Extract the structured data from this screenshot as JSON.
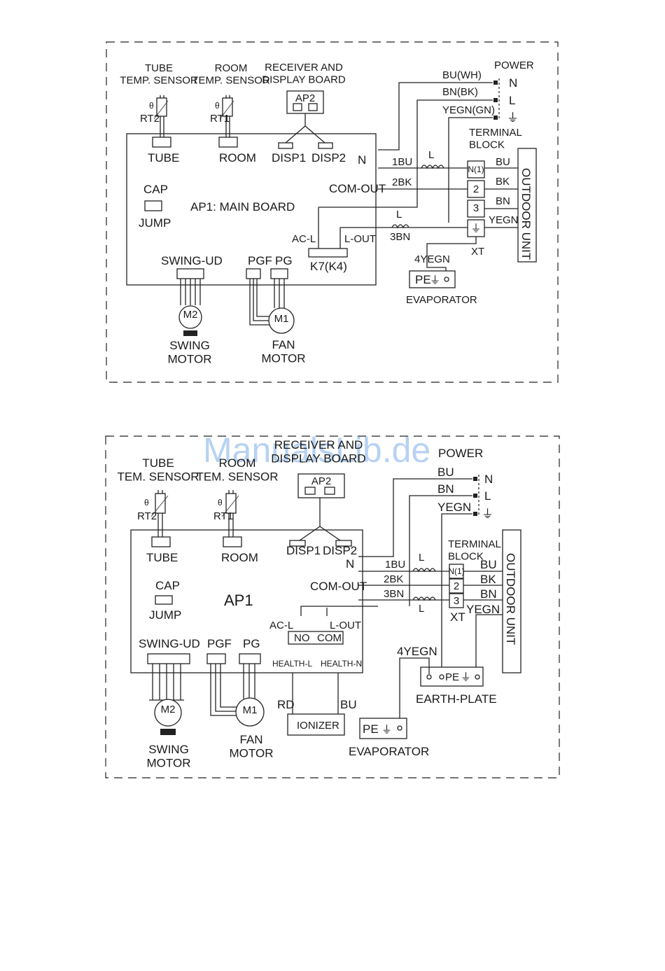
{
  "d1": {
    "tube_sensor": "TUBE\nTEMP. SENSOR",
    "room_sensor": "ROOM\nTEMP. SENSOR",
    "receiver": "RECEIVER AND\nDISPLAY BOARD",
    "ap2": "AP2",
    "rt2": "RT2",
    "rt1": "RT1",
    "theta": "θ",
    "tube": "TUBE",
    "room": "ROOM",
    "disp1": "DISP1",
    "disp2": "DISP2",
    "n": "N",
    "cap": "CAP",
    "jump": "JUMP",
    "main_board": "AP1: MAIN BOARD",
    "com_out": "COM-OUT",
    "ac_l": "AC-L",
    "l_out": "L-OUT",
    "k7": "K7(K4)",
    "swing_ud": "SWING-UD",
    "pgf": "PGF",
    "pg": "PG",
    "m2": "M2",
    "m1": "M1",
    "swing_motor": "SWING\nMOTOR",
    "fan_motor": "FAN\nMOTOR",
    "power": "POWER",
    "bu_wh": "BU(WH)",
    "bn_bk": "BN(BK)",
    "yegn_gn": "YEGN(GN)",
    "pN": "N",
    "pL": "L",
    "ground": "⏚",
    "w1bu": "1BU",
    "w2bk": "2BK",
    "w3bn": "3BN",
    "choke": "L",
    "terminal_block": "TERMINAL\nBLOCK",
    "t_n1": "N(1)",
    "t_2": "2",
    "t_3": "3",
    "bu": "BU",
    "bk": "BK",
    "bn": "BN",
    "yegn": "YEGN",
    "outdoor": "OUTDOOR UNIT",
    "xt": "XT",
    "yegn4": "4YEGN",
    "pe": "PE",
    "evaporator": "EVAPORATOR"
  },
  "d2": {
    "tube_sensor": "TUBE\nTEM. SENSOR",
    "room_sensor": "ROOM\nTEM. SENSOR",
    "receiver": "RECEIVER AND\nDISPLAY BOARD",
    "ap2": "AP2",
    "rt2": "RT2",
    "rt1": "RT1",
    "theta": "θ",
    "tube": "TUBE",
    "room": "ROOM",
    "disp1": "DISP1",
    "disp2": "DISP2",
    "n": "N",
    "cap": "CAP",
    "jump": "JUMP",
    "ap1": "AP1",
    "com_out": "COM-OUT",
    "ac_l": "AC-L",
    "l_out": "L-OUT",
    "no": "NO",
    "com": "COM",
    "swing_ud": "SWING-UD",
    "pgf": "PGF",
    "pg": "PG",
    "health_l": "HEALTH-L",
    "health_n": "HEALTH-N",
    "rd": "RD",
    "bu2": "BU",
    "ionizer": "IONIZER",
    "m2": "M2",
    "m1": "M1",
    "swing_motor": "SWING\nMOTOR",
    "fan_motor": "FAN\nMOTOR",
    "power": "POWER",
    "bu_p": "BU",
    "bn_p": "BN",
    "yegn_p": "YEGN",
    "pN": "N",
    "pL": "L",
    "ground": "⏚",
    "w1bu": "1BU",
    "w2bk": "2BK",
    "w3bn": "3BN",
    "choke": "L",
    "terminal_block": "TERMINAL\nBLOCK",
    "t_n1": "N(1)",
    "t_2": "2",
    "t_3": "3",
    "bu": "BU",
    "bk": "BK",
    "bn": "BN",
    "yegn": "YEGN",
    "xt": "XT",
    "outdoor": "OUTDOOR UNIT",
    "yegn4": "4YEGN",
    "earth_pe": "PE",
    "earth_plate": "EARTH-PLATE",
    "pe": "PE",
    "evaporator": "EVAPORATOR"
  },
  "watermark": "ManualsLib.de"
}
